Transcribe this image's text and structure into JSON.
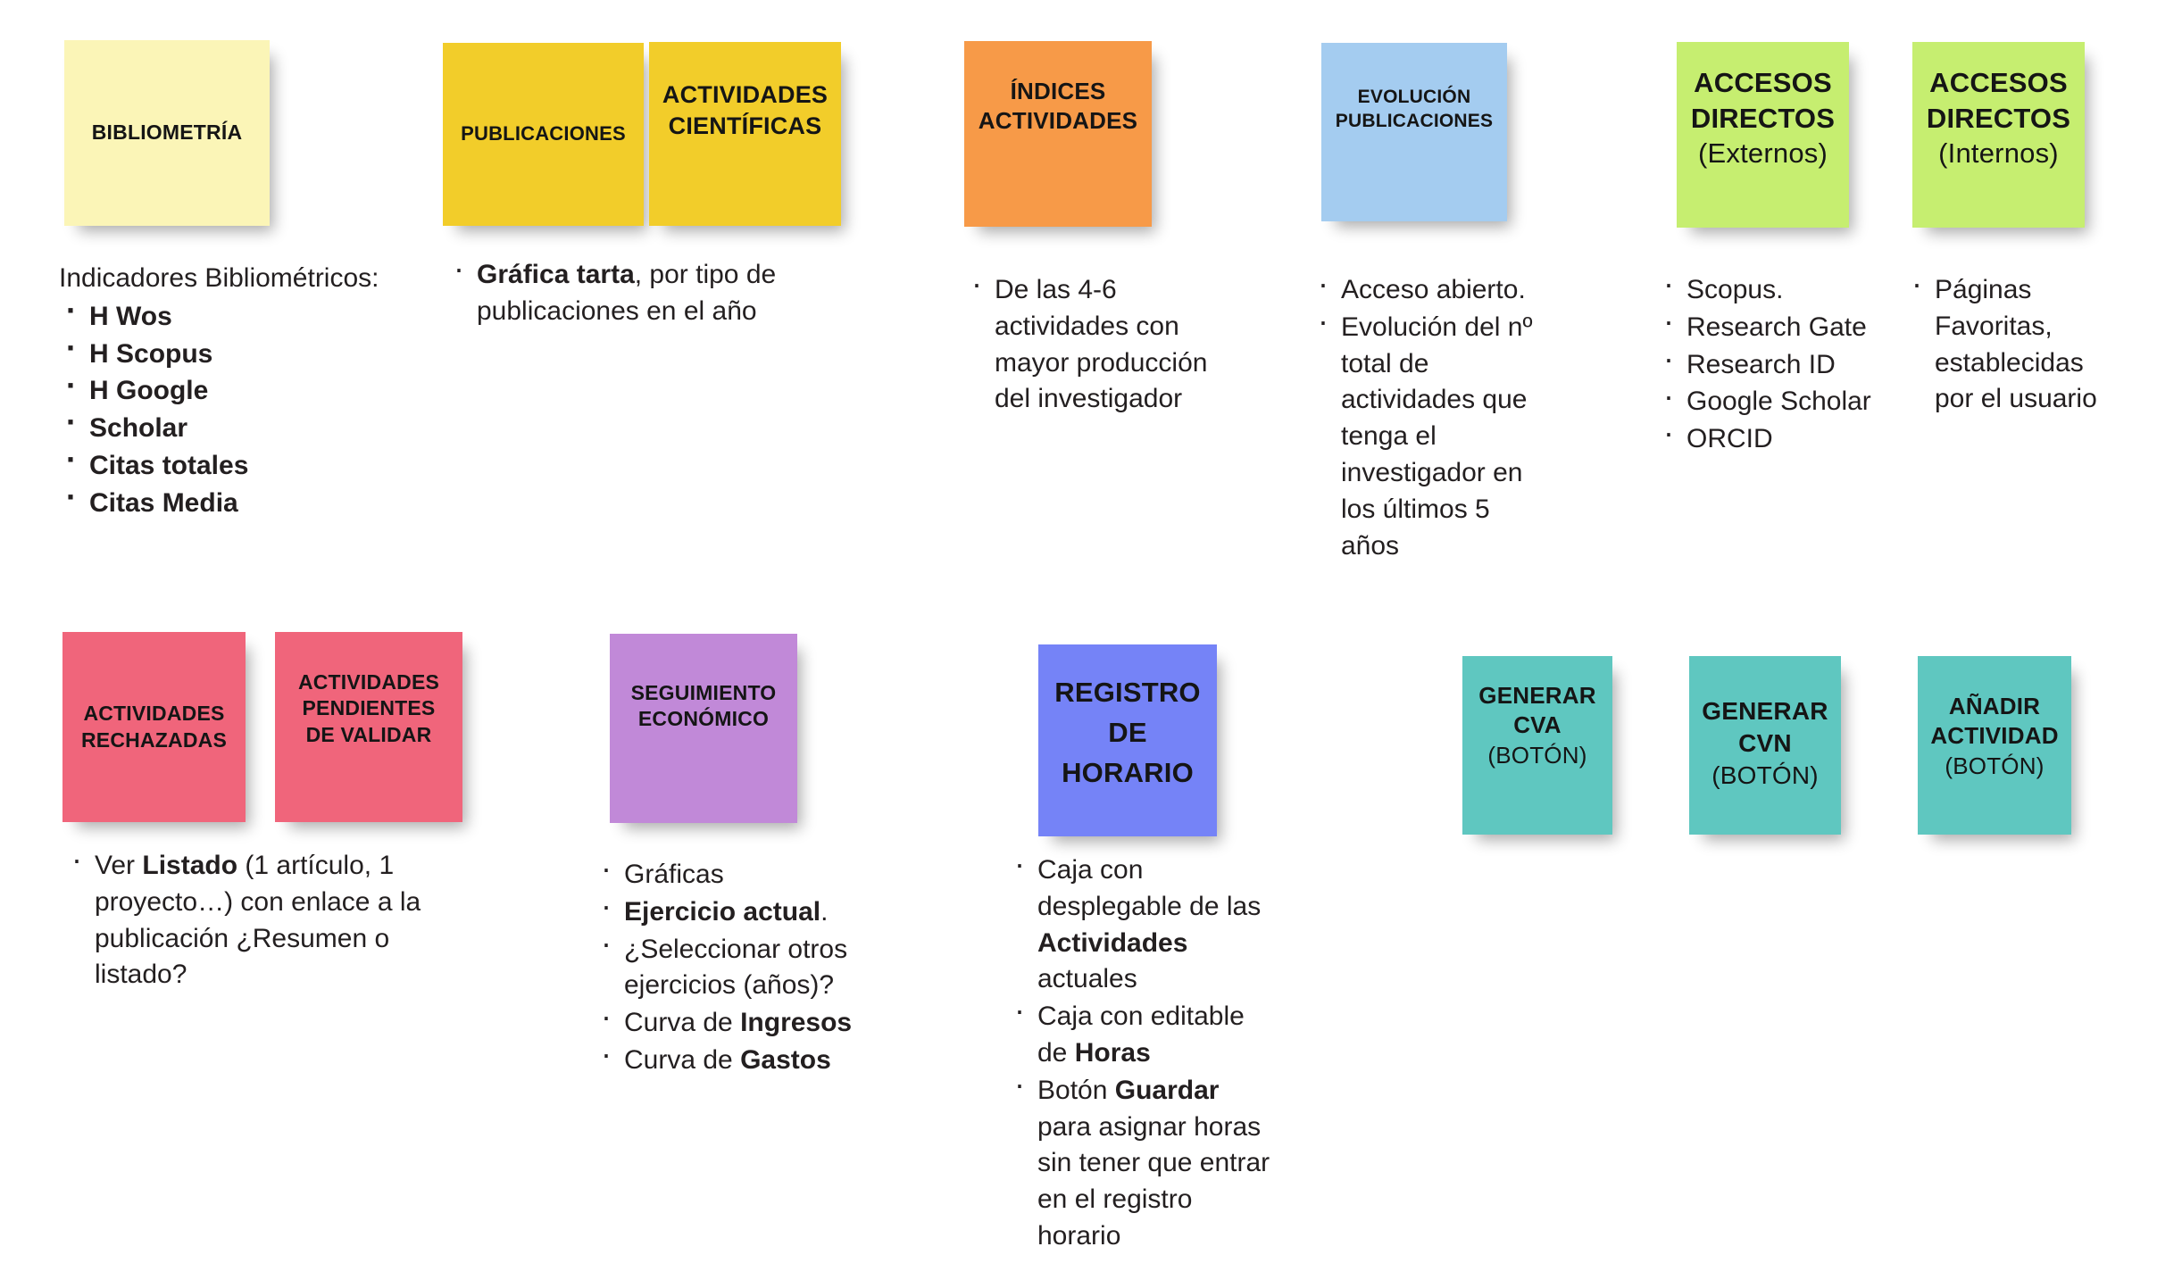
{
  "board": {
    "background": "#ffffff",
    "title": "Sticky note requirements board"
  },
  "palette": {
    "pale_yellow": "#FBF5B7",
    "yellow": "#F2CD2A",
    "orange": "#F79A48",
    "light_blue": "#A4CCF0",
    "green": "#C6EE70",
    "pink": "#F0657B",
    "purple": "#C189D8",
    "periwinkle": "#7583F7",
    "teal": "#5FC7C0",
    "text": "#231f20"
  },
  "notes": {
    "bibliometria": {
      "label": "BIBLIOMETRÍA",
      "color": "#FBF5B7"
    },
    "publicaciones": {
      "label": "PUBLICACIONES",
      "color": "#F2CD2A"
    },
    "actividades_cientificas": {
      "label": "ACTIVIDADES\nCIENTÍFICAS",
      "color": "#F2CD2A"
    },
    "indices_actividades": {
      "label": "ÍNDICES\nACTIVIDADES",
      "color": "#F79A48"
    },
    "evolucion_publicaciones": {
      "label": "EVOLUCIÓN\nPUBLICACIONES",
      "color": "#A4CCF0"
    },
    "accesos_externos": {
      "label": "ACCESOS\nDIRECTOS",
      "sub": "(Externos)",
      "color": "#C6EE70"
    },
    "accesos_internos": {
      "label": "ACCESOS\nDIRECTOS",
      "sub": "(Internos)",
      "color": "#C6EE70"
    },
    "actividades_rechazadas": {
      "label": "ACTIVIDADES\nRECHAZADAS",
      "color": "#F0657B"
    },
    "actividades_pendientes": {
      "label": "ACTIVIDADES\nPENDIENTES\nDE VALIDAR",
      "color": "#F0657B"
    },
    "seguimiento_economico": {
      "label": "SEGUIMIENTO\nECONÓMICO",
      "color": "#C189D8"
    },
    "registro_horario": {
      "label": "REGISTRO\nDE\nHORARIO",
      "color": "#7583F7"
    },
    "generar_cva": {
      "label": "GENERAR\nCVA",
      "sub": "(BOTÓN)",
      "color": "#5FC7C0"
    },
    "generar_cvn": {
      "label": "GENERAR\nCVN",
      "sub": "(BOTÓN)",
      "color": "#5FC7C0"
    },
    "anadir_actividad": {
      "label": "AÑADIR\nACTIVIDAD",
      "sub": "(BOTÓN)",
      "color": "#5FC7C0"
    }
  },
  "blocks": {
    "bibliometria": {
      "lead": "Indicadores Bibliométricos:",
      "bullets": [
        "H Wos",
        "H Scopus",
        "H Google",
        "Scholar",
        "Citas totales",
        "Citas Media"
      ]
    },
    "publicaciones": {
      "bullet_bold": "Gráfica tarta",
      "bullet_rest": ", por tipo de publicaciones en el año"
    },
    "indices": {
      "bullets": [
        "De las 4-6 actividades con mayor producción del investigador"
      ]
    },
    "evolucion": {
      "bullets": [
        "Acceso abierto.",
        "Evolución del nº total de actividades que tenga el investigador en los últimos 5 años"
      ]
    },
    "accesos_externos": {
      "bullets": [
        "Scopus.",
        "Research Gate",
        "Research ID",
        "Google Scholar",
        "ORCID"
      ]
    },
    "accesos_internos": {
      "bullets": [
        "Páginas Favoritas, establecidas por el usuario"
      ]
    },
    "actividades": {
      "prefix": "Ver ",
      "bold": "Listado",
      "rest": " (1 artículo, 1 proyecto…) con enlace a la publicación ¿Resumen o listado?"
    },
    "seguimiento": {
      "b1": "Gráficas",
      "b2_bold": "Ejercicio actual",
      "b2_rest": ".",
      "b3": "¿Seleccionar otros ejercicios (años)?",
      "b4_pre": "Curva de ",
      "b4_bold": "Ingresos",
      "b5_pre": "Curva de ",
      "b5_bold": "Gastos"
    },
    "registro": {
      "b1_pre": "Caja con desplegable de las ",
      "b1_bold": "Actividades",
      "b1_post": " actuales",
      "b2_pre": "Caja con editable de ",
      "b2_bold": "Horas",
      "b3_pre": "Botón ",
      "b3_bold": "Guardar",
      "b3_post": " para asignar horas sin tener que entrar en el registro horario"
    }
  }
}
